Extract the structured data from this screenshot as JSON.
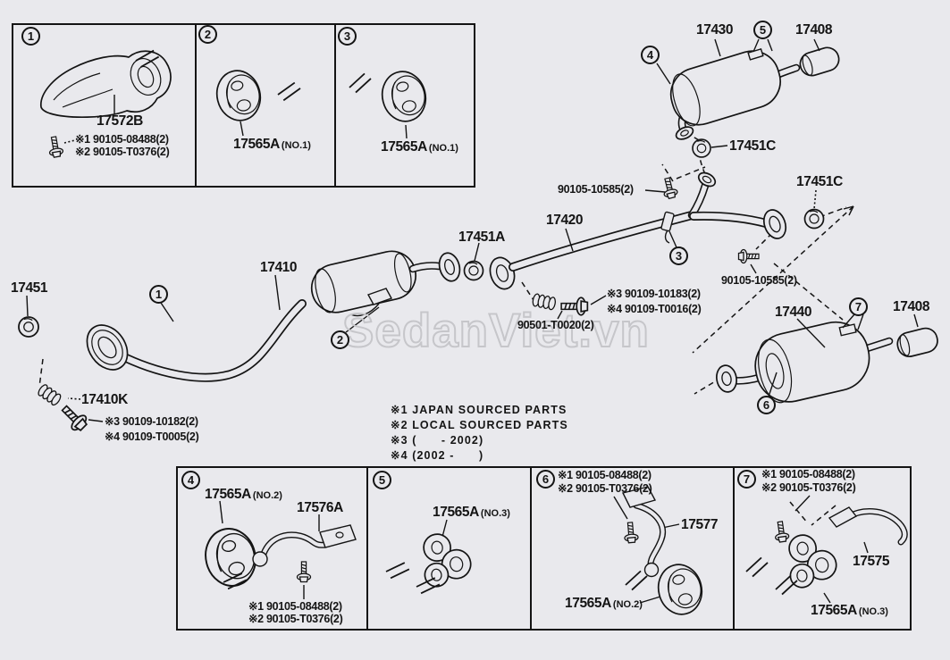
{
  "watermark": "SedanViet.vn",
  "callouts": {
    "c1": "1",
    "c2": "2",
    "c3": "3",
    "c4": "4",
    "c5": "5",
    "c6": "6",
    "c7": "7"
  },
  "parts": {
    "p17572B": "17572B",
    "p17565A": "17565A",
    "no1": "(NO.1)",
    "no2": "(NO.2)",
    "no3": "(NO.3)",
    "p17430": "17430",
    "p17408": "17408",
    "p17451C": "17451C",
    "p17420": "17420",
    "p17451A": "17451A",
    "p17410": "17410",
    "p17451": "17451",
    "p17410K": "17410K",
    "p17440": "17440",
    "p17576A": "17576A",
    "p17577": "17577",
    "p17575": "17575"
  },
  "fasteners": {
    "n1_08488": "※1 90105-08488(2)",
    "n2_T0376": "※2 90105-T0376(2)",
    "b10585": "90105-10585(2)",
    "n3_10183": "※3 90109-10183(2)",
    "n4_T0016": "※4 90109-T0016(2)",
    "bT0020": "90501-T0020(2)",
    "n3_10182": "※3 90109-10182(2)",
    "n4_T0005": "※4 90109-T0005(2)"
  },
  "notes": {
    "n1": "※1 JAPAN SOURCED PARTS",
    "n2": "※2 LOCAL SOURCED PARTS",
    "n3": "※3 (      - 2002)",
    "n4": "※4 (2002 -      )"
  }
}
